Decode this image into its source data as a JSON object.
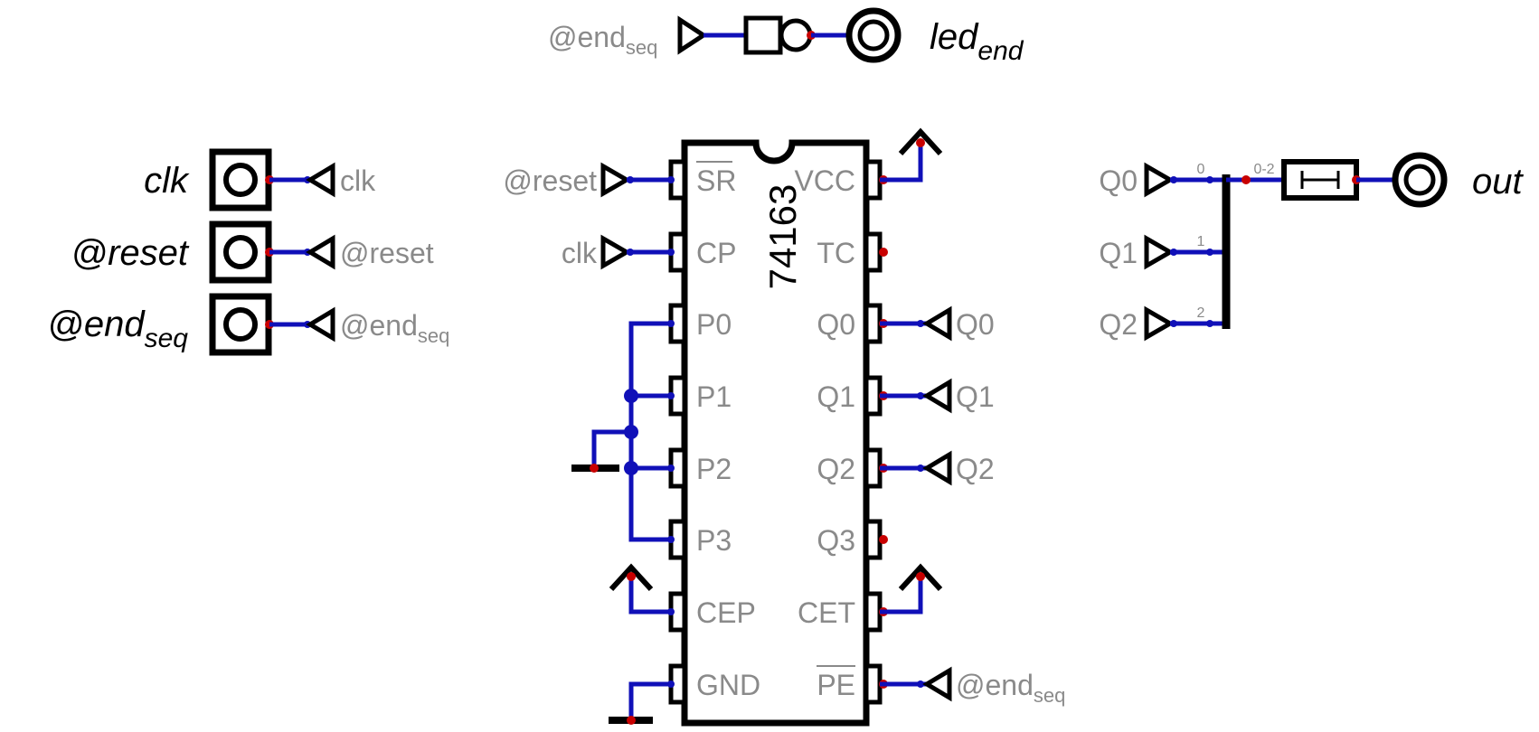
{
  "colors": {
    "wire": "#1010b8",
    "pin_dot": "#c80000",
    "node": "#1010b8",
    "outline": "#000000",
    "label_gray": "#8a8a8a"
  },
  "inputs": [
    {
      "name": "clk",
      "tunnel": "clk"
    },
    {
      "name": "@reset",
      "tunnel": "@reset"
    },
    {
      "name_main": "@end",
      "name_sub": "seq",
      "tunnel_main": "@end",
      "tunnel_sub": "seq"
    }
  ],
  "led": {
    "tunnel_main": "@end",
    "tunnel_sub": "seq",
    "name_main": "led",
    "name_sub": "end"
  },
  "chip": {
    "name": "74163",
    "left_pins": [
      "SR",
      "CP",
      "P0",
      "P1",
      "P2",
      "P3",
      "CEP",
      "GND"
    ],
    "right_pins": [
      "VCC",
      "TC",
      "Q0",
      "Q1",
      "Q2",
      "Q3",
      "CET",
      "PE"
    ],
    "left_tunnels": [
      "@reset",
      "clk"
    ],
    "right_tunnels": [
      "Q0",
      "Q1",
      "Q2"
    ],
    "pe_tunnel_main": "@end",
    "pe_tunnel_sub": "seq"
  },
  "bus": {
    "tunnels": [
      "Q0",
      "Q1",
      "Q2"
    ],
    "bit_labels": [
      "0",
      "1",
      "2"
    ],
    "range_label": "0-2",
    "output": "out"
  }
}
